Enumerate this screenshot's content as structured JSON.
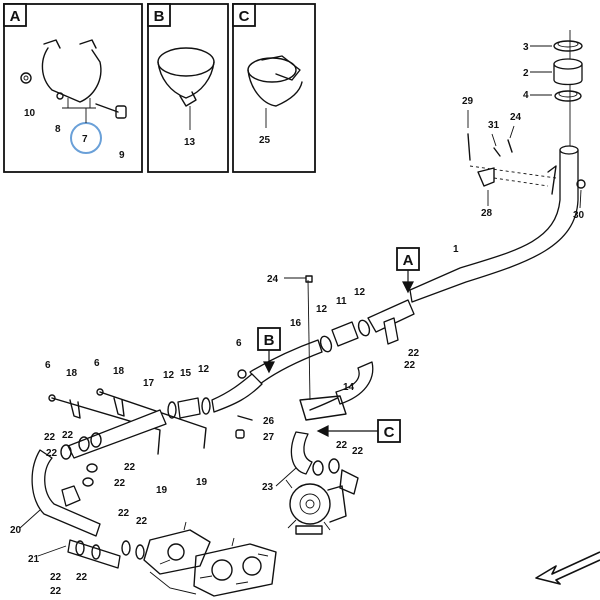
{
  "detail_panels": [
    {
      "letter": "A",
      "parts": [
        "10",
        "8",
        "7",
        "9"
      ],
      "highlighted_part": "7"
    },
    {
      "letter": "B",
      "parts": [
        "13"
      ]
    },
    {
      "letter": "C",
      "parts": [
        "25"
      ]
    }
  ],
  "callouts": [
    "A",
    "B",
    "C"
  ],
  "part_labels": {
    "p1": "1",
    "p2": "2",
    "p3": "3",
    "p4": "4",
    "p6a": "6",
    "p6b": "6",
    "p6c": "6",
    "p11": "11",
    "p12a": "12",
    "p12b": "12",
    "p12c": "12",
    "p12d": "12",
    "p14": "14",
    "p15": "15",
    "p16": "16",
    "p17": "17",
    "p18a": "18",
    "p18b": "18",
    "p19a": "19",
    "p19b": "19",
    "p20": "20",
    "p21": "21",
    "p22a": "22",
    "p22b": "22",
    "p22c": "22",
    "p22d": "22",
    "p22e": "22",
    "p22f": "22",
    "p22g": "22",
    "p22h": "22",
    "p22i": "22",
    "p22j": "22",
    "p22k": "22",
    "p22l": "22",
    "p22m": "22",
    "p22n": "22",
    "p23": "23",
    "p24a": "24",
    "p24b": "24",
    "p26": "26",
    "p27": "27",
    "p28": "28",
    "p29": "29",
    "p30": "30",
    "p31": "31"
  },
  "colors": {
    "line": "#111111",
    "highlight": "#6aa0d8",
    "background": "#ffffff"
  }
}
